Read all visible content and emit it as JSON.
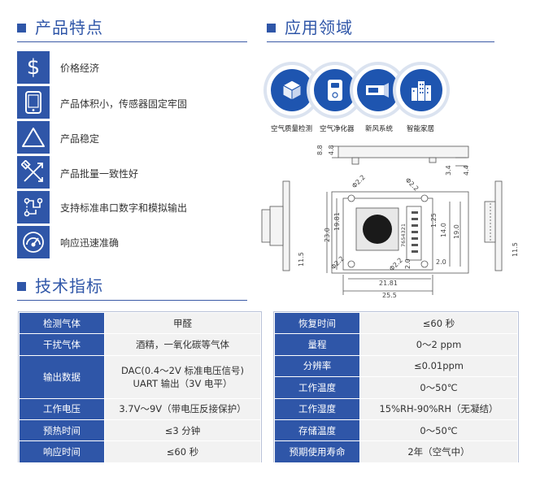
{
  "sections": {
    "features_title": "产品特点",
    "applications_title": "应用领域",
    "specs_title": "技术指标"
  },
  "features": [
    {
      "icon": "dollar-icon",
      "text": "价格经济"
    },
    {
      "icon": "phone-icon",
      "text": "产品体积小，传感器固定牢固"
    },
    {
      "icon": "triangle-icon",
      "text": "产品稳定"
    },
    {
      "icon": "tools-icon",
      "text": "产品批量一致性好"
    },
    {
      "icon": "circuit-icon",
      "text": "支持标准串口数字和模拟输出"
    },
    {
      "icon": "speed-gauge-icon",
      "text": "响应迅速准确"
    }
  ],
  "applications": [
    {
      "icon": "cube-icon",
      "label": "空气质量检测"
    },
    {
      "icon": "purifier-icon",
      "label": "空气净化器"
    },
    {
      "icon": "ventilation-icon",
      "label": "新风系统"
    },
    {
      "icon": "buildings-icon",
      "label": "智能家居"
    }
  ],
  "dimensions": {
    "top_view": [
      "8.8",
      "4.8",
      "3.4",
      "4.4"
    ],
    "holes": [
      "Φ2.2",
      "Φ2.2",
      "Φ2.2",
      "Φ2.2"
    ],
    "left_side": "11.5",
    "right_side": "11.5",
    "height_outer": "23.0",
    "height_inner": "19.81",
    "connector": [
      "1.25",
      "14.0",
      "19.0"
    ],
    "pins": "7654321",
    "bottom": [
      "2.0",
      "2.0",
      "21.81",
      "25.5"
    ]
  },
  "specs_left": [
    {
      "key": "检测气体",
      "value": "甲醛"
    },
    {
      "key": "干扰气体",
      "value": "酒精，一氧化碳等气体"
    },
    {
      "key": "输出数据",
      "value": "DAC(0.4～2V 标准电压信号)",
      "value2": "UART 输出（3V 电平）"
    },
    {
      "key": "工作电压",
      "value": "3.7V～9V（带电压反接保护）"
    },
    {
      "key": "预热时间",
      "value": "≤3 分钟"
    },
    {
      "key": "响应时间",
      "value": "≤60 秒"
    }
  ],
  "specs_right": [
    {
      "key": "恢复时间",
      "value": "≤60 秒"
    },
    {
      "key": "量程",
      "value": "0～2 ppm"
    },
    {
      "key": "分辨率",
      "value": "≤0.01ppm"
    },
    {
      "key": "工作温度",
      "value": "0～50℃"
    },
    {
      "key": "工作湿度",
      "value": "15%RH-90%RH（无凝结）"
    },
    {
      "key": "存储温度",
      "value": "0～50℃"
    },
    {
      "key": "预期使用寿命",
      "value": "2年（空气中）"
    }
  ]
}
